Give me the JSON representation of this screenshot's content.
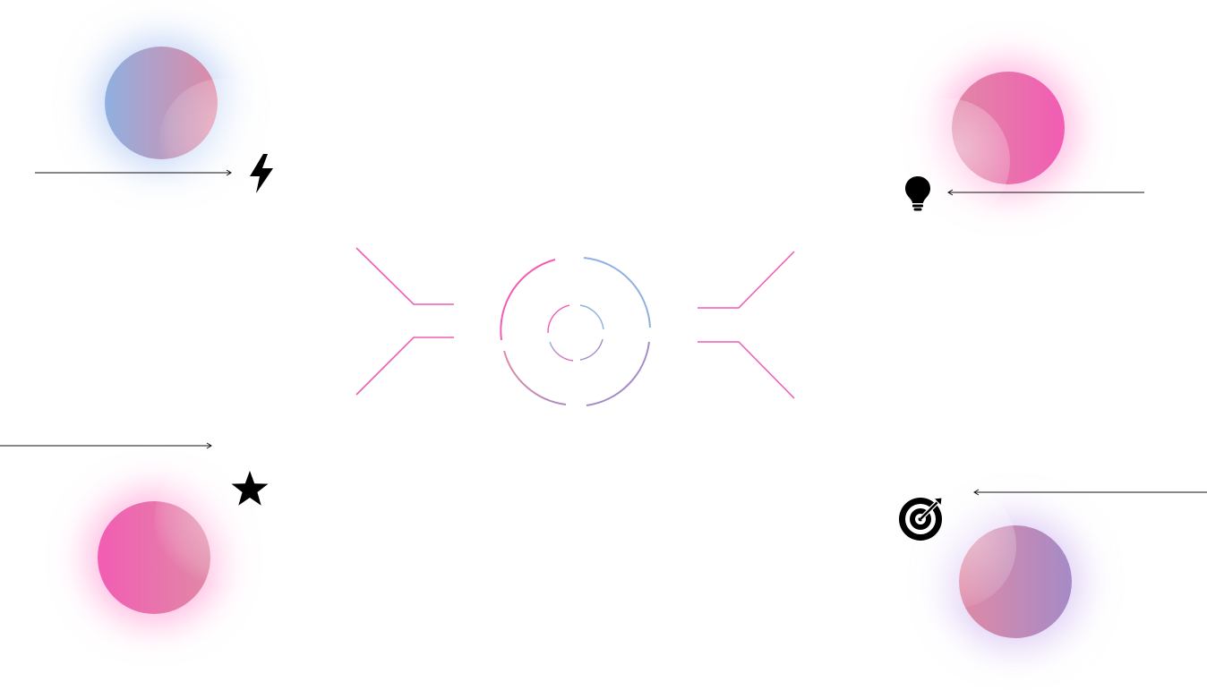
{
  "colors": {
    "pink": "#f25cb3",
    "rose": "#e089a6",
    "blue": "#8fb0e0",
    "purple": "#a58bc6",
    "line": "#111111",
    "icon": "#000000"
  },
  "orbs": [
    {
      "name": "orb-top-left",
      "from": "#8fb0e0",
      "to": "#e089a6",
      "glow": "#9dbaf0"
    },
    {
      "name": "orb-top-right",
      "from": "#e089a6",
      "to": "#f25cb3",
      "glow": "#ff8fd0"
    },
    {
      "name": "orb-bottom-left",
      "from": "#f25cb3",
      "to": "#e089a6",
      "glow": "#ff8fd0"
    },
    {
      "name": "orb-bottom-right",
      "from": "#e089a6",
      "to": "#a58bc6",
      "glow": "#c6a8ee"
    }
  ],
  "icons": [
    "lightning-icon",
    "lightbulb-icon",
    "star-icon",
    "target-icon"
  ]
}
